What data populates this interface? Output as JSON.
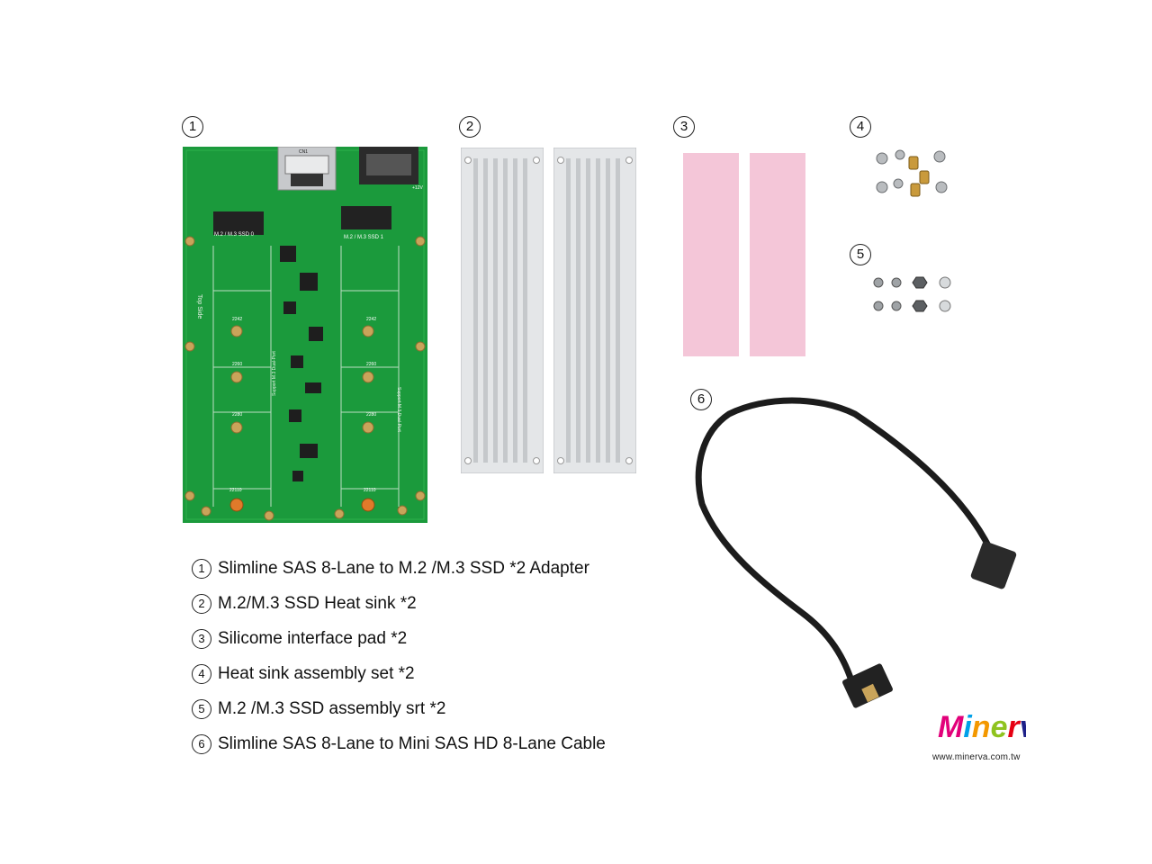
{
  "labels": {
    "n1": "1",
    "n2": "2",
    "n3": "3",
    "n4": "4",
    "n5": "5",
    "n6": "6"
  },
  "items": [
    {
      "n": "1",
      "text": "Slimline SAS 8-Lane to M.2 /M.3 SSD *2 Adapter"
    },
    {
      "n": "2",
      "text": "M.2/M.3 SSD Heat sink *2"
    },
    {
      "n": "3",
      "text": "Silicome interface pad *2"
    },
    {
      "n": "4",
      "text": "Heat sink assembly set *2"
    },
    {
      "n": "5",
      "text": "M.2 /M.3 SSD assembly srt *2"
    },
    {
      "n": "6",
      "text": "Slimline SAS 8-Lane to Mini SAS HD 8-Lane Cable"
    }
  ],
  "board": {
    "side_label": "Top Side",
    "slot_left": "M.2 / M.3 SSD 0",
    "slot_right": "M.2 / M.3 SSD 1",
    "size_labels": [
      "2242",
      "2260",
      "2280",
      "22110"
    ],
    "dual_port_note": "Support M.3 Dual-Port",
    "connector_label": "CN1",
    "power_label": "+12V"
  },
  "brand": {
    "logo_text": "Minerva",
    "website": "www.minerva.com.tw"
  },
  "colors": {
    "pcb": "#1b9a3c",
    "pcb_dark": "#127a2c",
    "gold": "#c9a45a",
    "heatsink": "#d9dbdd",
    "pad": "#f4c6d8",
    "cable": "#1c1c1c"
  }
}
